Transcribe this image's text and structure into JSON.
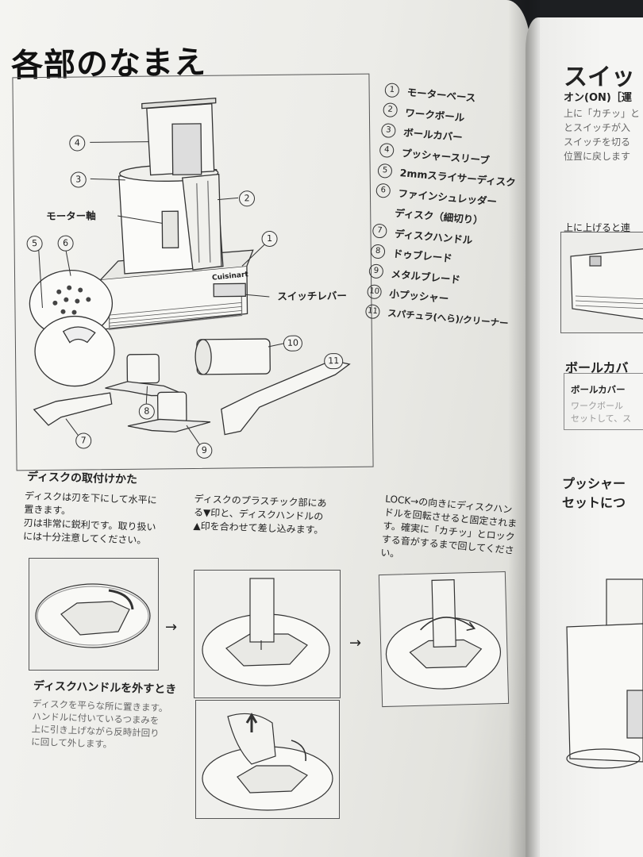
{
  "title": "各部のなまえ",
  "diagram": {
    "callouts": [
      "4",
      "3",
      "2",
      "1",
      "5",
      "6",
      "10",
      "11",
      "8",
      "7",
      "9"
    ],
    "motor_shaft_label": "モーター軸",
    "switch_lever_label": "スイッチレバー",
    "brand": "Cuisinart"
  },
  "parts": [
    {
      "num": "1",
      "name": "モーターベース"
    },
    {
      "num": "2",
      "name": "ワークボール"
    },
    {
      "num": "3",
      "name": "ボールカバー"
    },
    {
      "num": "4",
      "name": "プッシャースリーブ"
    },
    {
      "num": "5",
      "name": "2mmスライサーディスク"
    },
    {
      "num": "6",
      "name": "ファインシュレッダー"
    },
    {
      "num": "",
      "name": "ディスク（細切り）"
    },
    {
      "num": "7",
      "name": "ディスクハンドル"
    },
    {
      "num": "8",
      "name": "ドゥブレード"
    },
    {
      "num": "9",
      "name": "メタルブレード"
    },
    {
      "num": "10",
      "name": "小プッシャー"
    },
    {
      "num": "11",
      "name": "スパチュラ(へら)/クリーナー"
    }
  ],
  "disc_attach": {
    "heading": "ディスクの取付けかた",
    "step1": [
      "ディスクは刃を下にして水平に",
      "置きます。",
      "刃は非常に鋭利です。取り扱い",
      "には十分注意してください。"
    ],
    "step2": [
      "ディスクのプラスチック部にあ",
      "る▼印と、ディスクハンドルの",
      "▲印を合わせて差し込みます。"
    ],
    "step3": [
      "LOCK→の向きにディスクハン",
      "ドルを回転させると固定されま",
      "す。確実に「カチッ」とロック",
      "する音がするまで回してくださ",
      "い。"
    ]
  },
  "disc_remove": {
    "heading": "ディスクハンドルを外すとき",
    "text": [
      "ディスクを平らな所に置きます。",
      "ハンドルに付いているつまみを",
      "上に引き上げながら反時計回り",
      "に回して外します。"
    ]
  },
  "right_page": {
    "title": "スイッ",
    "subtitle": "オン(ON)［運",
    "lines": [
      "上に「カチッ」と",
      "とスイッチが入",
      "スイッチを切る",
      "位置に戻します"
    ],
    "caption": "上に上げると連",
    "section1": "ボールカバ",
    "box_heading": "ボールカバー",
    "box_lines": [
      "ワークボール",
      "セットして、ス"
    ],
    "section2_lines": [
      "プッシャー",
      "セットにつ"
    ]
  }
}
